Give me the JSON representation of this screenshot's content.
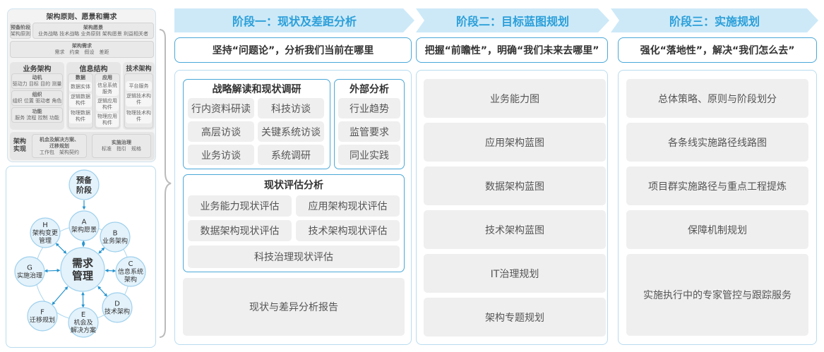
{
  "left_top": {
    "title": "架构原则、愿景和需求",
    "prelim": {
      "title": "预备阶段",
      "text": "架构原则"
    },
    "vision": {
      "title": "架构愿景",
      "text": "业务战略 技术战略 业务原则 架构愿景 利益相关者"
    },
    "requirements": {
      "title": "架构需求",
      "text": "需求　约束　假设　差距"
    },
    "business": {
      "title": "业务架构",
      "items": [
        {
          "title": "动机",
          "text": "驱动力 目标 目的 测量"
        },
        {
          "title": "组织",
          "text": "组织 位置 驱动者 角色"
        },
        {
          "title": "功能",
          "text": "服务 流程 控制 功能"
        }
      ]
    },
    "info": {
      "title": "信息结构",
      "data": {
        "title": "数据",
        "items": [
          "数据实体",
          "逻辑数据构件",
          "物理数据构件"
        ]
      },
      "app": {
        "title": "应用",
        "items": [
          "信息系统服务",
          "逻辑应用构件",
          "物理应用构件"
        ]
      }
    },
    "tech": {
      "title": "技术架构",
      "items": [
        "平台服务",
        "逻辑技术构件",
        "物理技术构件"
      ]
    },
    "impl": {
      "title": "架构实现",
      "opp": {
        "title": "机会及解决方案、迁移规划",
        "text": "工作包　架构契约"
      },
      "gov": {
        "title": "实施治理",
        "text": "标准　指引　规格"
      }
    }
  },
  "cycle": {
    "center": "需求管理",
    "prelim": "预备阶段",
    "nodes": [
      {
        "letter": "A",
        "label": "架构愿景"
      },
      {
        "letter": "B",
        "label": "业务架构"
      },
      {
        "letter": "C",
        "label": "信息系统架构"
      },
      {
        "letter": "D",
        "label": "技术架构"
      },
      {
        "letter": "E",
        "label": "机会及解决方案"
      },
      {
        "letter": "F",
        "label": "迁移规划"
      },
      {
        "letter": "G",
        "label": "实施治理"
      },
      {
        "letter": "H",
        "label": "架构变更管理"
      }
    ]
  },
  "stages": [
    {
      "title": "阶段一：现状及差距分析",
      "subtitle": "坚持“问题论”，分析我们当前在哪里",
      "strategy": {
        "title": "战略解读和现状调研",
        "items": [
          "行内资料研读",
          "科技访谈",
          "高层访谈",
          "关键系统访谈",
          "业务访谈",
          "系统调研"
        ]
      },
      "external": {
        "title": "外部分析",
        "items": [
          "行业趋势",
          "监管要求",
          "同业实践"
        ]
      },
      "assessment": {
        "title": "现状评估分析",
        "items": [
          "业务能力现状评估",
          "应用架构现状评估",
          "数据架构现状评估",
          "技术架构现状评估",
          "科技治理现状评估"
        ]
      },
      "report": "现状与差异分析报告"
    },
    {
      "title": "阶段二：目标蓝图规划",
      "subtitle": "把握“前瞻性”，明确“我们未来去哪里”",
      "items": [
        "业务能力图",
        "应用架构蓝图",
        "数据架构蓝图",
        "技术架构蓝图",
        "IT治理规划",
        "架构专题规划"
      ]
    },
    {
      "title": "阶段三：实施规划",
      "subtitle": "强化“落地性”，解决“我们怎么去”",
      "items": [
        "总体策略、原则与阶段划分",
        "各条线实施路径线路图",
        "项目群实施路径与重点工程提炼",
        "保障机制规划",
        "实施执行中的专家管控与跟踪服务"
      ]
    }
  ],
  "colors": {
    "accent": "#2b9fd9",
    "banner": "#cde9f8",
    "border": "#4aa8d8",
    "box": "#efefef"
  }
}
